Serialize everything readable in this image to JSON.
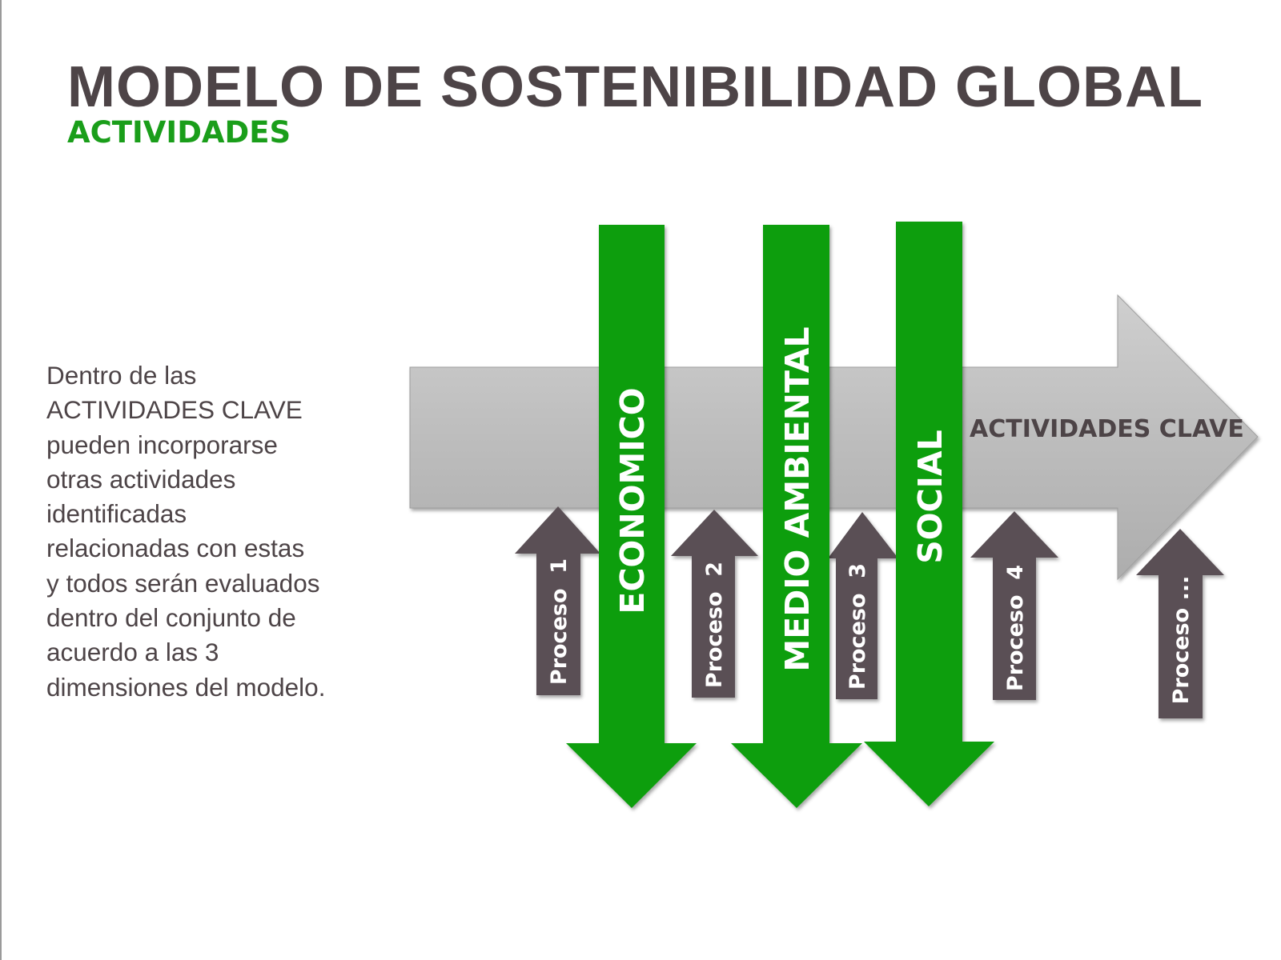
{
  "title": "MODELO DE SOSTENIBILIDAD GLOBAL",
  "subtitle": "ACTIVIDADES",
  "description_lines": [
    "Dentro de las",
    "ACTIVIDADES CLAVE",
    "pueden incorporarse",
    "otras actividades",
    "identificadas",
    "relacionadas con estas",
    "y todos serán evaluados",
    "dentro del conjunto de",
    "acuerdo a las 3",
    "dimensiones del modelo."
  ],
  "main_arrow": {
    "label": "ACTIVIDADES CLAVE",
    "color": "#bdbdbd"
  },
  "dimensions": [
    {
      "label": "ECONOMICO",
      "color": "#0a9e0a"
    },
    {
      "label": "MEDIO AMBIENTAL",
      "color": "#0a9e0a"
    },
    {
      "label": "SOCIAL",
      "color": "#0a9e0a"
    }
  ],
  "processes": [
    {
      "label": "Proceso  1"
    },
    {
      "label": "Proceso  2"
    },
    {
      "label": "Proceso  3"
    },
    {
      "label": "Proceso  4"
    },
    {
      "label": "Proceso ..."
    }
  ],
  "colors": {
    "title": "#4d4447",
    "subtitle": "#1a9e1a",
    "process": "#5a4f54"
  }
}
